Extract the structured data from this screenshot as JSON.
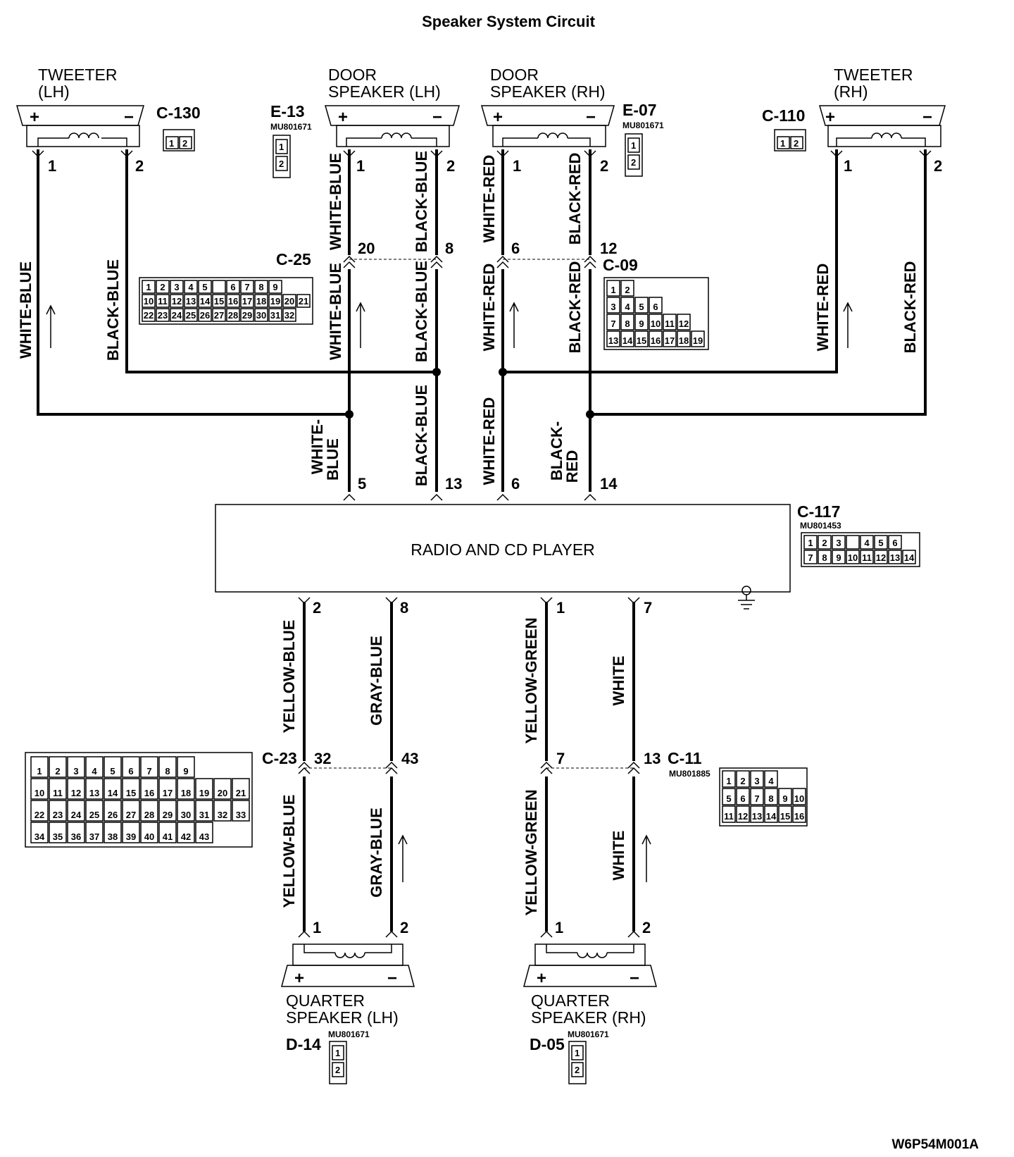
{
  "title": "Speaker System Circuit",
  "diagram_code": "W6P54M001A",
  "speakers": {
    "tweeter_lh": {
      "name_line1": "TWEETER",
      "name_line2": "(LH)",
      "connector": "C-130",
      "plus": "+",
      "minus": "−",
      "pin1": "1",
      "pin2": "2",
      "conn_pins": [
        "1",
        "2"
      ]
    },
    "door_lh": {
      "name_line1": "DOOR",
      "name_line2": "SPEAKER (LH)",
      "connector": "E-13",
      "part": "MU801671",
      "plus": "+",
      "minus": "−",
      "pin1": "1",
      "pin2": "2",
      "conn_pins": [
        "1",
        "2"
      ]
    },
    "door_rh": {
      "name_line1": "DOOR",
      "name_line2": "SPEAKER (RH)",
      "connector": "E-07",
      "part": "MU801671",
      "plus": "+",
      "minus": "−",
      "pin1": "1",
      "pin2": "2",
      "conn_pins": [
        "1",
        "2"
      ]
    },
    "tweeter_rh": {
      "name_line1": "TWEETER",
      "name_line2": "(RH)",
      "connector": "C-110",
      "plus": "+",
      "minus": "−",
      "pin1": "1",
      "pin2": "2",
      "conn_pins": [
        "1",
        "2"
      ]
    },
    "quarter_lh": {
      "name_line1": "QUARTER",
      "name_line2": "SPEAKER (LH)",
      "connector": "D-14",
      "part": "MU801671",
      "plus": "+",
      "minus": "−",
      "pin1": "1",
      "pin2": "2",
      "conn_pins": [
        "1",
        "2"
      ]
    },
    "quarter_rh": {
      "name_line1": "QUARTER",
      "name_line2": "SPEAKER (RH)",
      "connector": "D-05",
      "part": "MU801671",
      "plus": "+",
      "minus": "−",
      "pin1": "1",
      "pin2": "2",
      "conn_pins": [
        "1",
        "2"
      ]
    }
  },
  "radio": {
    "label": "RADIO AND CD PLAYER",
    "connector": "C-117",
    "part": "MU801453",
    "top_pins": [
      "5",
      "13",
      "6",
      "14"
    ],
    "bottom_pins": [
      "2",
      "8",
      "1",
      "7"
    ],
    "conn_rows": [
      [
        "1",
        "2",
        "3",
        "",
        "4",
        "5",
        "6"
      ],
      [
        "7",
        "8",
        "9",
        "10",
        "11",
        "12",
        "13",
        "14"
      ]
    ]
  },
  "intermediate": {
    "c25": {
      "name": "C-25",
      "pin_a": "20",
      "pin_b": "8",
      "rows": [
        [
          "1",
          "2",
          "3",
          "4",
          "5",
          "",
          "6",
          "7",
          "8",
          "9"
        ],
        [
          "10",
          "11",
          "12",
          "13",
          "14",
          "15",
          "16",
          "17",
          "18",
          "19",
          "20",
          "21"
        ],
        [
          "22",
          "23",
          "24",
          "25",
          "26",
          "27",
          "28",
          "29",
          "30",
          "31",
          "32"
        ]
      ]
    },
    "c09": {
      "name": "C-09",
      "pin_a": "6",
      "pin_b": "12",
      "rows": [
        [
          "1",
          "2"
        ],
        [
          "3",
          "4",
          "5",
          "6"
        ],
        [
          "7",
          "8",
          "9",
          "10",
          "11",
          "12"
        ],
        [
          "13",
          "14",
          "15",
          "16",
          "17",
          "18",
          "19"
        ]
      ]
    },
    "c23": {
      "name": "C-23",
      "pin_a": "32",
      "pin_b": "43",
      "rows": [
        [
          "1",
          "2",
          "3",
          "4",
          "5",
          "6",
          "7",
          "8",
          "9"
        ],
        [
          "10",
          "11",
          "12",
          "13",
          "14",
          "15",
          "16",
          "17",
          "18",
          "19",
          "20",
          "21"
        ],
        [
          "22",
          "23",
          "24",
          "25",
          "26",
          "27",
          "28",
          "29",
          "30",
          "31",
          "32",
          "33"
        ],
        [
          "34",
          "35",
          "36",
          "37",
          "38",
          "39",
          "40",
          "41",
          "42",
          "43"
        ]
      ]
    },
    "c11": {
      "name": "C-11",
      "part": "MU801885",
      "pin_a": "7",
      "pin_b": "13",
      "rows": [
        [
          "1",
          "2",
          "3",
          "4"
        ],
        [
          "5",
          "6",
          "7",
          "8",
          "9",
          "10"
        ],
        [
          "11",
          "12",
          "13",
          "14",
          "15",
          "16"
        ]
      ]
    }
  },
  "wires": {
    "tweeter_lh_plus": "WHITE-BLUE",
    "tweeter_lh_minus": "BLACK-BLUE",
    "door_lh_plus_upper": "WHITE-BLUE",
    "door_lh_minus_upper": "BLACK-BLUE",
    "door_lh_plus_lower": "WHITE-BLUE",
    "door_lh_minus_lower": "BLACK-BLUE",
    "door_lh_plus_radio_1": "WHITE-",
    "door_lh_plus_radio_2": "BLUE",
    "door_lh_minus_radio": "BLACK-BLUE",
    "door_rh_plus_upper": "WHITE-RED",
    "door_rh_minus_upper": "BLACK-RED",
    "door_rh_plus_lower": "WHITE-RED",
    "door_rh_minus_lower": "BLACK-RED",
    "door_rh_plus_radio": "WHITE-RED",
    "door_rh_minus_radio_1": "BLACK-",
    "door_rh_minus_radio_2": "RED",
    "tweeter_rh_plus": "WHITE-RED",
    "tweeter_rh_minus": "BLACK-RED",
    "quarter_lh_plus_upper": "YELLOW-BLUE",
    "quarter_lh_minus_upper": "GRAY-BLUE",
    "quarter_lh_plus_lower": "YELLOW-BLUE",
    "quarter_lh_minus_lower": "GRAY-BLUE",
    "quarter_rh_plus_upper": "YELLOW-GREEN",
    "quarter_rh_minus_upper": "WHITE",
    "quarter_rh_plus_lower": "YELLOW-GREEN",
    "quarter_rh_minus_lower": "WHITE"
  }
}
